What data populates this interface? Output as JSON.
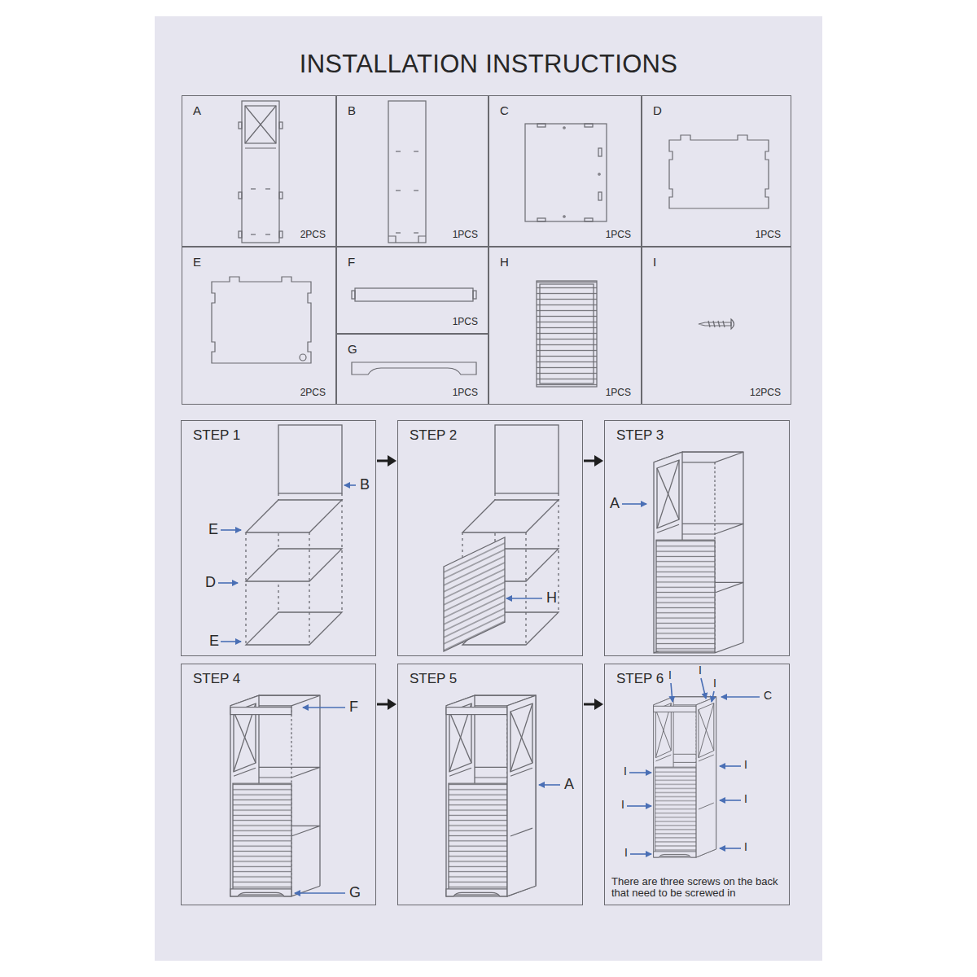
{
  "diagram": {
    "title": "INSTALLATION INSTRUCTIONS",
    "nodes": [
      {
        "text": [
          "A",
          "2PCS"
        ]
      },
      {
        "text": [
          "B",
          "1PCS"
        ]
      },
      {
        "text": [
          "C",
          "1PCS"
        ]
      },
      {
        "text": [
          "D",
          "1PCS"
        ]
      },
      {
        "text": [
          "E",
          "2PCS"
        ]
      },
      {
        "text": [
          "F",
          "1PCS"
        ]
      },
      {
        "text": [
          "G",
          "1PCS"
        ]
      },
      {
        "text": [
          "H",
          "1PCS"
        ]
      },
      {
        "text": [
          "I",
          "12PCS"
        ]
      },
      {
        "text": [
          "STEP 1"
        ]
      },
      {
        "text": [
          "STEP 2"
        ]
      },
      {
        "text": [
          "STEP 3"
        ]
      },
      {
        "text": [
          "STEP 4"
        ]
      },
      {
        "text": [
          "STEP 5"
        ]
      },
      {
        "text": [
          "STEP 6",
          "There are three screws on the back that need to be screwed in"
        ]
      }
    ],
    "edges": [
      {
        "from": 9,
        "to": 10,
        "arrow": "to"
      },
      {
        "from": 10,
        "to": 11,
        "arrow": "to"
      },
      {
        "from": 12,
        "to": 13,
        "arrow": "to"
      },
      {
        "from": 13,
        "to": 14,
        "arrow": "to"
      }
    ],
    "labels": [
      "B",
      "E",
      "D",
      "E",
      "H",
      "A",
      "F",
      "G",
      "A",
      "I",
      "I",
      "I",
      "C",
      "I",
      "I",
      "I",
      "I",
      "I",
      "I"
    ]
  }
}
